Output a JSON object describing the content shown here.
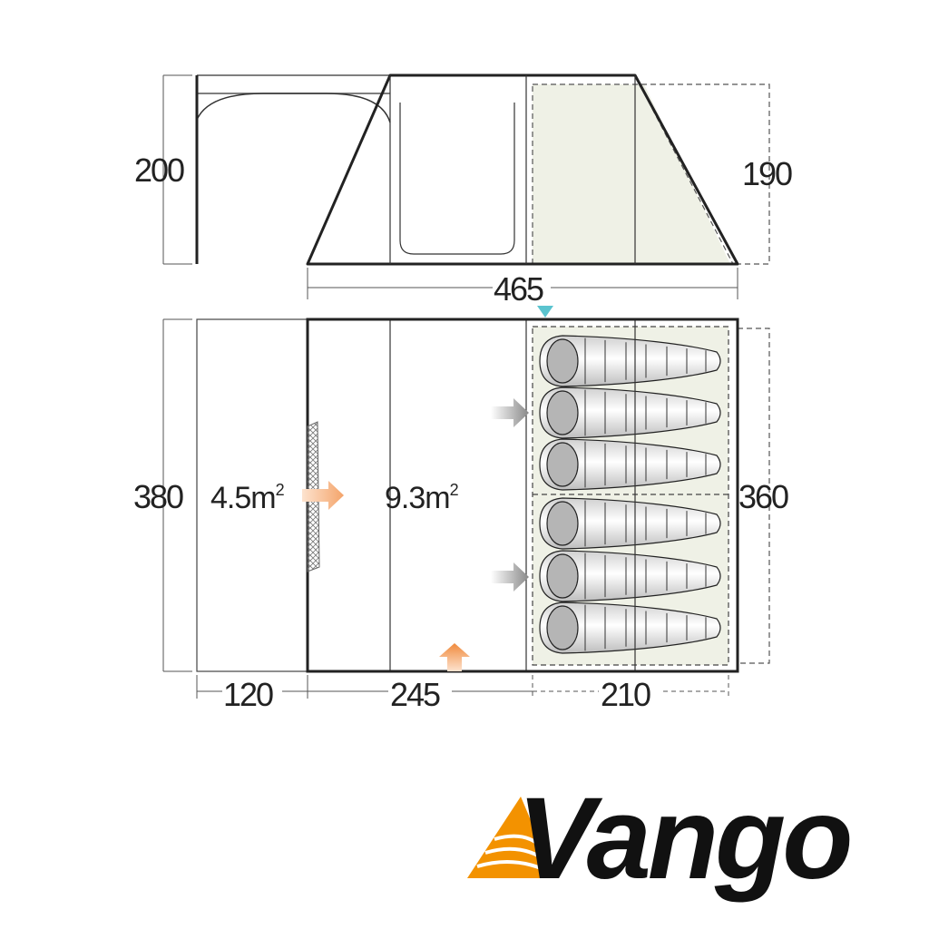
{
  "dimensions": {
    "awning_height": "200",
    "inner_height": "190",
    "total_length": "465",
    "total_width": "380",
    "inner_width": "360",
    "awning_length": "120",
    "living_length": "245",
    "bedroom_length": "210"
  },
  "areas": {
    "awning": "4.5m",
    "living": "9.3m",
    "superscript": "2"
  },
  "sleeping_bags": 6,
  "brand": {
    "name": "Vango"
  },
  "colors": {
    "accent_orange": "#f39200",
    "arrow_orange": "#f4a46a",
    "inner_tent": "#eff1e6",
    "door_marker": "#5bc4cf",
    "line": "#222222"
  }
}
